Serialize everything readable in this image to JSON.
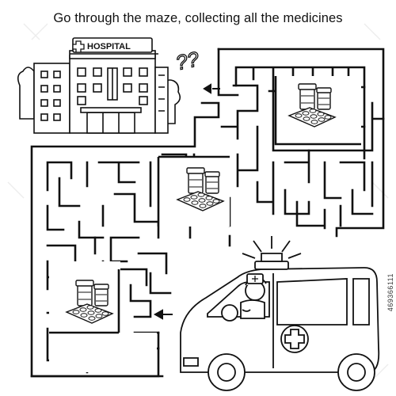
{
  "puzzle": {
    "instruction": "Go through the maze, collecting all the medicines",
    "hospital_sign": "HOSPITAL",
    "question_marks": "??"
  },
  "icons": {
    "hospital": "hospital-building-icon",
    "ambulance": "ambulance-icon",
    "medicine": "medicine-pack-icon",
    "arrow": "left-arrow-icon"
  },
  "watermark": {
    "stock_id": "469366111"
  },
  "colors": {
    "line": "#111111",
    "background": "#ffffff"
  }
}
